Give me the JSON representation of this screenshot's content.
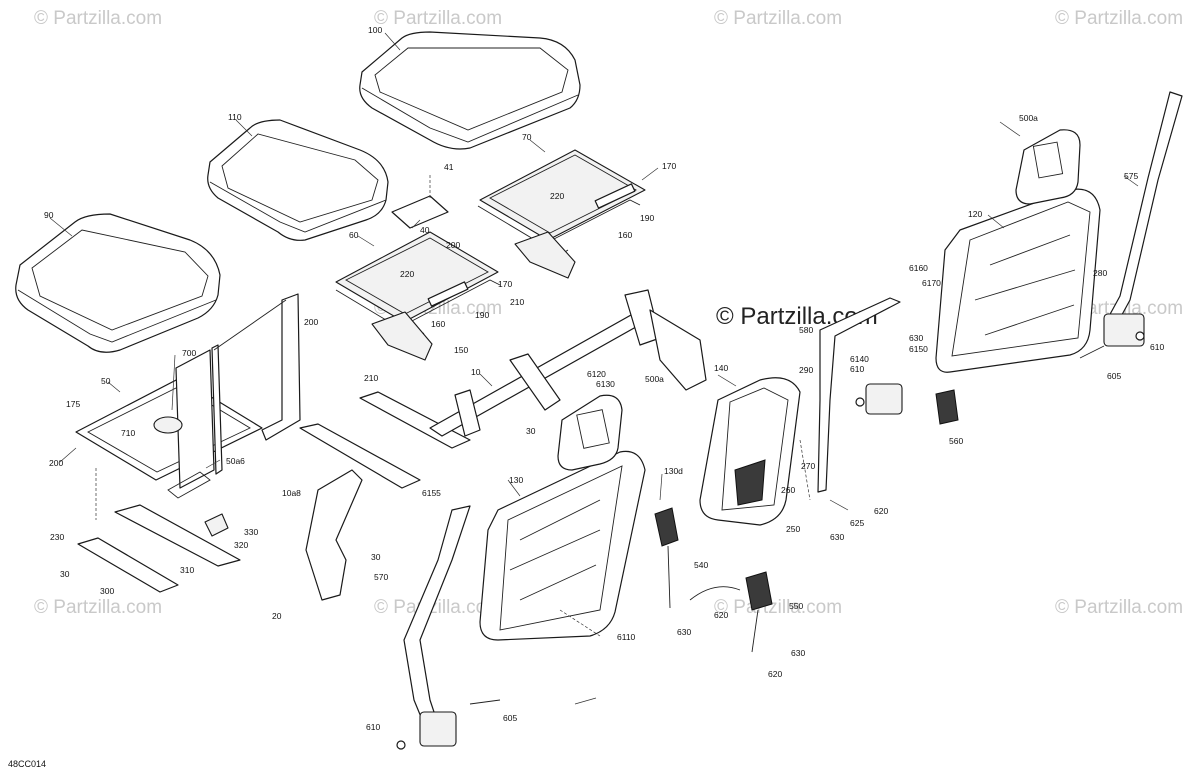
{
  "watermark": {
    "text": "© Partzilla.com",
    "main_text": "© Partzilla.com",
    "color": "#c9c9c9"
  },
  "diagram_code": "48CC014",
  "callouts": [
    {
      "id": "c100",
      "text": "100"
    },
    {
      "id": "c110",
      "text": "110"
    },
    {
      "id": "c90",
      "text": "90"
    },
    {
      "id": "c70",
      "text": "70"
    },
    {
      "id": "c170a",
      "text": "170"
    },
    {
      "id": "c41",
      "text": "41"
    },
    {
      "id": "c220a",
      "text": "220"
    },
    {
      "id": "c190a",
      "text": "190"
    },
    {
      "id": "c40",
      "text": "40"
    },
    {
      "id": "c200a",
      "text": "200"
    },
    {
      "id": "c160a",
      "text": "160"
    },
    {
      "id": "c60",
      "text": "60"
    },
    {
      "id": "c220b",
      "text": "220"
    },
    {
      "id": "c170b",
      "text": "170"
    },
    {
      "id": "c210a",
      "text": "210"
    },
    {
      "id": "c200b",
      "text": "200"
    },
    {
      "id": "c190b",
      "text": "190"
    },
    {
      "id": "c160b",
      "text": "160"
    },
    {
      "id": "c150",
      "text": "150"
    },
    {
      "id": "c210b",
      "text": "210"
    },
    {
      "id": "c700",
      "text": "700"
    },
    {
      "id": "c50",
      "text": "50"
    },
    {
      "id": "c175",
      "text": "175"
    },
    {
      "id": "c710",
      "text": "710"
    },
    {
      "id": "c200c",
      "text": "200"
    },
    {
      "id": "c50a6",
      "text": "50a6"
    },
    {
      "id": "c10",
      "text": "10"
    },
    {
      "id": "c6120",
      "text": "6120"
    },
    {
      "id": "c6130",
      "text": "6130"
    },
    {
      "id": "c500a_a",
      "text": "500a"
    },
    {
      "id": "c30a",
      "text": "30"
    },
    {
      "id": "c330",
      "text": "330"
    },
    {
      "id": "c230",
      "text": "230"
    },
    {
      "id": "c320",
      "text": "320"
    },
    {
      "id": "c30b",
      "text": "30"
    },
    {
      "id": "c310",
      "text": "310"
    },
    {
      "id": "c300",
      "text": "300"
    },
    {
      "id": "c10a8",
      "text": "10a8"
    },
    {
      "id": "c30c",
      "text": "30"
    },
    {
      "id": "c20",
      "text": "20"
    },
    {
      "id": "c6155",
      "text": "6155"
    },
    {
      "id": "c130",
      "text": "130"
    },
    {
      "id": "c130d",
      "text": "130d"
    },
    {
      "id": "c570",
      "text": "570"
    },
    {
      "id": "c6110",
      "text": "6110"
    },
    {
      "id": "c610a",
      "text": "610"
    },
    {
      "id": "c605a",
      "text": "605"
    },
    {
      "id": "c140",
      "text": "140"
    },
    {
      "id": "c290",
      "text": "290"
    },
    {
      "id": "c270",
      "text": "270"
    },
    {
      "id": "c260",
      "text": "260"
    },
    {
      "id": "c250",
      "text": "250"
    },
    {
      "id": "c540",
      "text": "540"
    },
    {
      "id": "c620a",
      "text": "620"
    },
    {
      "id": "c630a",
      "text": "630"
    },
    {
      "id": "c550",
      "text": "550"
    },
    {
      "id": "c630b",
      "text": "630"
    },
    {
      "id": "c620b",
      "text": "620"
    },
    {
      "id": "c580",
      "text": "580"
    },
    {
      "id": "c6160",
      "text": "6160"
    },
    {
      "id": "c6170",
      "text": "6170"
    },
    {
      "id": "c630c",
      "text": "630"
    },
    {
      "id": "c6150",
      "text": "6150"
    },
    {
      "id": "c6140",
      "text": "6140"
    },
    {
      "id": "c610b",
      "text": "610"
    },
    {
      "id": "c560",
      "text": "560"
    },
    {
      "id": "c620c",
      "text": "620"
    },
    {
      "id": "c625",
      "text": "625"
    },
    {
      "id": "c630d",
      "text": "630"
    },
    {
      "id": "c500a_b",
      "text": "500a"
    },
    {
      "id": "c120",
      "text": "120"
    },
    {
      "id": "c575",
      "text": "575"
    },
    {
      "id": "c280",
      "text": "280"
    },
    {
      "id": "c610c",
      "text": "610"
    },
    {
      "id": "c605b",
      "text": "605"
    }
  ]
}
